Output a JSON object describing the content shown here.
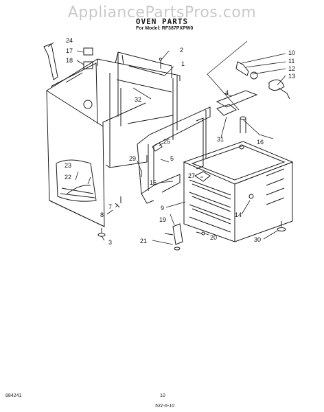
{
  "watermark": "AppliancePartsPros.com",
  "title": "OVEN PARTS",
  "subtitle": "For Model: RF387PXPW0",
  "footer": {
    "left_code": "884241",
    "page_number": "10",
    "date_code": "531-6-10"
  },
  "callouts": {
    "c1": "1",
    "c2": "2",
    "c3": "3",
    "c4": "4",
    "c5": "5",
    "c7": "7",
    "c8": "8",
    "c9": "9",
    "c10": "10",
    "c11": "11",
    "c12": "12",
    "c13": "13",
    "c14": "14",
    "c15": "15",
    "c16": "16",
    "c17": "17",
    "c18": "18",
    "c19": "19",
    "c20": "20",
    "c21": "21",
    "c22": "22",
    "c23": "23",
    "c24": "24",
    "c25": "25",
    "c27": "27",
    "c29": "29",
    "c30": "30",
    "c31": "31",
    "c32": "32"
  }
}
